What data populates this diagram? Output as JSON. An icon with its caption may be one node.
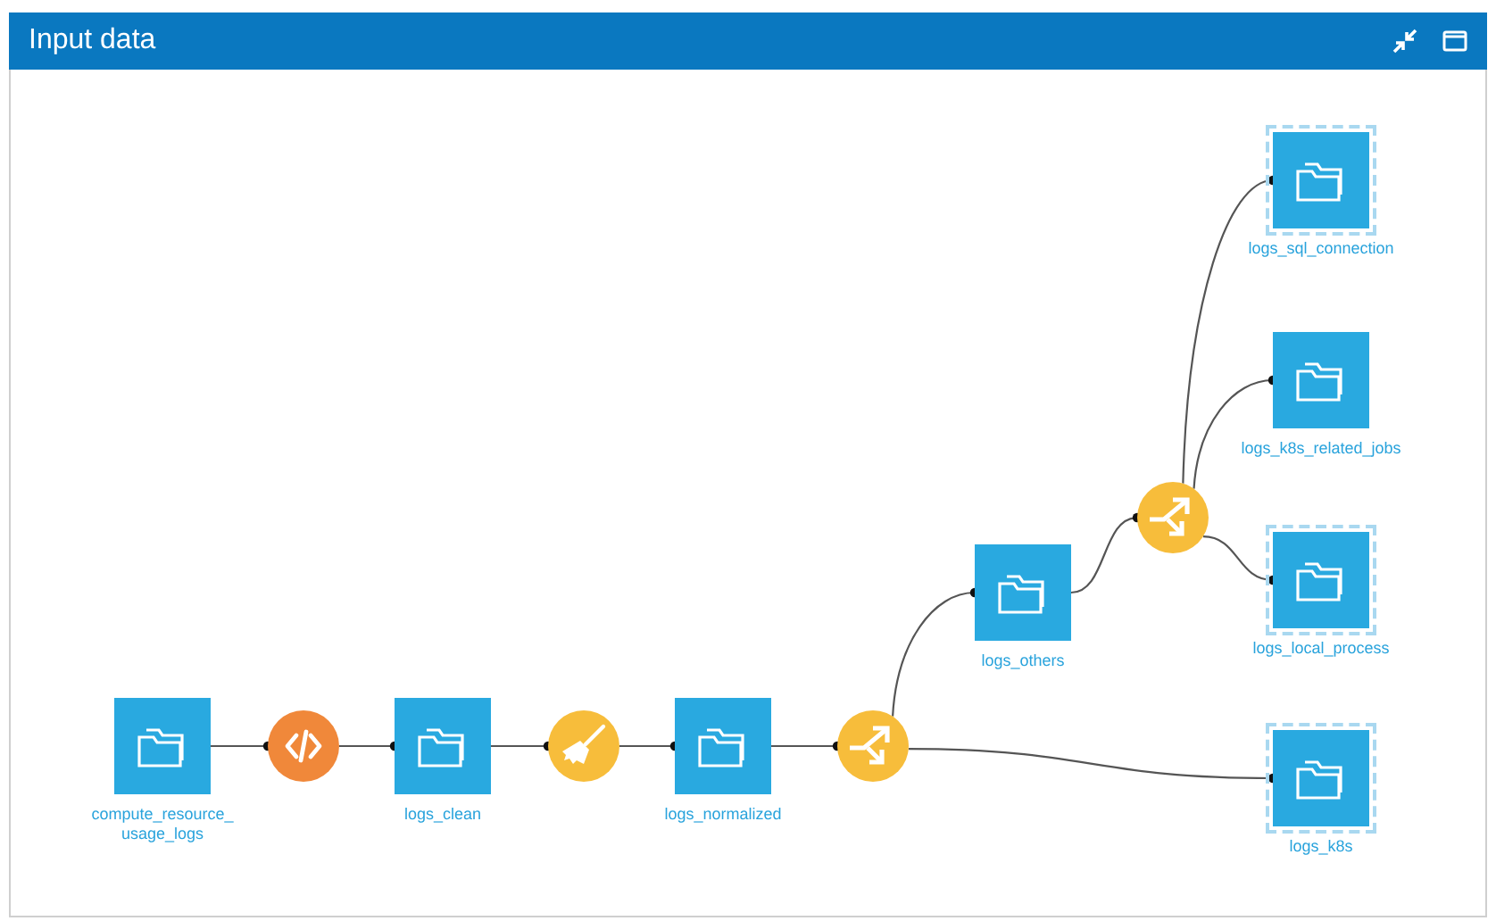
{
  "diagram": {
    "title": "Input data",
    "nodes": [
      {
        "text": [
          "compute_resource_ usage_logs"
        ]
      },
      {
        "text": [],
        "shape": "circle"
      },
      {
        "text": [
          "logs_clean"
        ]
      },
      {
        "text": [],
        "shape": "circle"
      },
      {
        "text": [
          "logs_normalized"
        ]
      },
      {
        "text": [],
        "shape": "circle"
      },
      {
        "text": [
          "logs_others"
        ]
      },
      {
        "text": [],
        "shape": "circle"
      },
      {
        "text": [
          "logs_sql_connection"
        ]
      },
      {
        "text": [
          "logs_k8s_related_jobs"
        ]
      },
      {
        "text": [
          "logs_local_process"
        ]
      },
      {
        "text": [
          "logs_k8s"
        ]
      }
    ],
    "edges": [
      {
        "from": 0,
        "to": 1,
        "arrow": "other"
      },
      {
        "from": 1,
        "to": 2,
        "arrow": "other"
      },
      {
        "from": 2,
        "to": 3,
        "arrow": "other"
      },
      {
        "from": 3,
        "to": 4,
        "arrow": "other"
      },
      {
        "from": 4,
        "to": 5,
        "arrow": "other"
      },
      {
        "from": 5,
        "to": 6,
        "arrow": "other"
      },
      {
        "from": 5,
        "to": 11,
        "arrow": "other"
      },
      {
        "from": 6,
        "to": 7,
        "arrow": "other"
      },
      {
        "from": 7,
        "to": 8,
        "arrow": "other"
      },
      {
        "from": 7,
        "to": 9,
        "arrow": "other"
      },
      {
        "from": 7,
        "to": 10,
        "arrow": "other"
      }
    ]
  }
}
